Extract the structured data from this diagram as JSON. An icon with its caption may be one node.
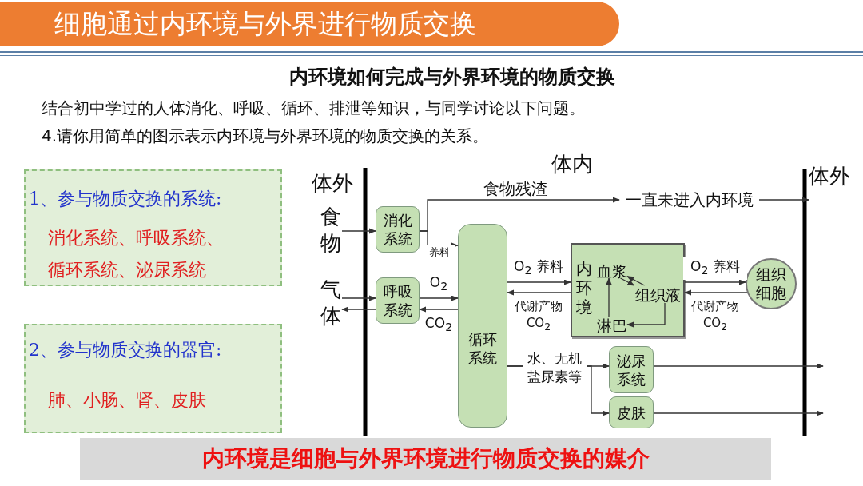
{
  "diagram": {
    "title": "细胞通过内环境与外界进行物质交换",
    "nodes": [
      {
        "text": [
          "1、参与物质交换的系统:",
          "消化系统、呼吸系统、循环系统、泌尿系统"
        ]
      },
      {
        "text": [
          "2、参与物质交换的器官:",
          "肺、小肠、肾、皮肤"
        ]
      },
      {
        "text": [
          "食物"
        ]
      },
      {
        "text": [
          "气体"
        ]
      },
      {
        "text": [
          "消化系统"
        ]
      },
      {
        "text": [
          "呼吸系统"
        ]
      },
      {
        "text": [
          "循环系统"
        ]
      },
      {
        "text": [
          "内环境"
        ]
      },
      {
        "text": [
          "血浆"
        ],
        "in": 7
      },
      {
        "text": [
          "组织液"
        ],
        "in": 7
      },
      {
        "text": [
          "淋巴"
        ],
        "in": 7
      },
      {
        "text": [
          "组织细胞"
        ]
      },
      {
        "text": [
          "泌尿系统"
        ]
      },
      {
        "text": [
          "皮肤"
        ]
      },
      {
        "text": [
          "一直未进入内环境"
        ]
      },
      {
        "text": [
          "内环境是细胞与外界环境进行物质交换的媒介"
        ]
      },
      {
        "text": [
          "体外"
        ]
      }
    ],
    "edges": [
      {
        "from": 2,
        "to": 4,
        "arrow": "to"
      },
      {
        "from": 4,
        "to": 6,
        "arrow": "to",
        "label": "养料"
      },
      {
        "from": 4,
        "to": 14,
        "arrow": "to",
        "label": "食物残渣"
      },
      {
        "from": 14,
        "to": 16,
        "arrow": "to"
      },
      {
        "from": 3,
        "to": 5,
        "arrow": "to"
      },
      {
        "from": 5,
        "to": 3,
        "arrow": "to"
      },
      {
        "from": 5,
        "to": 6,
        "arrow": "to",
        "label": "O$_{2}$"
      },
      {
        "from": 6,
        "to": 5,
        "arrow": "to",
        "label": "CO$_{2}$"
      },
      {
        "from": 6,
        "to": 7,
        "arrow": "to",
        "label": "O$_{2}$ 养料"
      },
      {
        "from": 7,
        "to": 6,
        "arrow": "to",
        "label": "代谢产物 CO$_{2}$"
      },
      {
        "from": 8,
        "to": 9,
        "arrow": "to"
      },
      {
        "from": 9,
        "to": 8,
        "arrow": "to"
      },
      {
        "from": 9,
        "to": 10,
        "arrow": "to"
      },
      {
        "from": 10,
        "to": 8,
        "arrow": "to"
      },
      {
        "from": 7,
        "to": 11,
        "arrow": "to",
        "label": "O$_{2}$ 养料"
      },
      {
        "from": 11,
        "to": 7,
        "arrow": "to",
        "label": "代谢产物 CO$_{2}$"
      },
      {
        "from": 6,
        "to": 12,
        "arrow": "to",
        "label": "水、无机盐尿素等"
      },
      {
        "from": 6,
        "to": 13,
        "arrow": "to"
      },
      {
        "from": 12,
        "to": null,
        "arrow": "to"
      },
      {
        "from": 13,
        "to": null,
        "arrow": "to"
      }
    ],
    "labels": [
      "内环境如何完成与外界环境的物质交换",
      "结合初中学过的人体消化、呼吸、循环、排泄等知识，与同学讨论以下问题。",
      "4.请你用简单的图示表示内环境与外界环境的物质交换的关系。",
      "体外",
      "体内"
    ]
  }
}
